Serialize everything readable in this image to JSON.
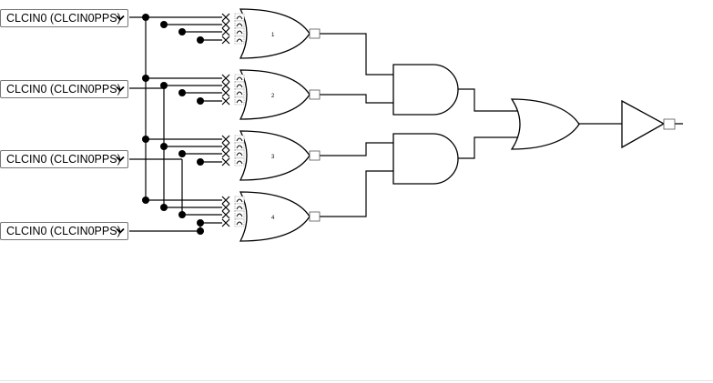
{
  "inputs": [
    {
      "value": "CLCIN0 (CLCIN0PPS)"
    },
    {
      "value": "CLCIN0 (CLCIN0PPS)"
    },
    {
      "value": "CLCIN0 (CLCIN0PPS)"
    },
    {
      "value": "CLCIN0 (CLCIN0PPS)"
    }
  ],
  "gates": [
    {
      "label": "1"
    },
    {
      "label": "2"
    },
    {
      "label": "3"
    },
    {
      "label": "4"
    }
  ],
  "colors": {
    "line": "#000000",
    "background": "#ffffff"
  },
  "icons": [
    "chevron-down-icon",
    "x-cross-icon",
    "polarity-toggle-icon",
    "junction-dot-icon"
  ]
}
